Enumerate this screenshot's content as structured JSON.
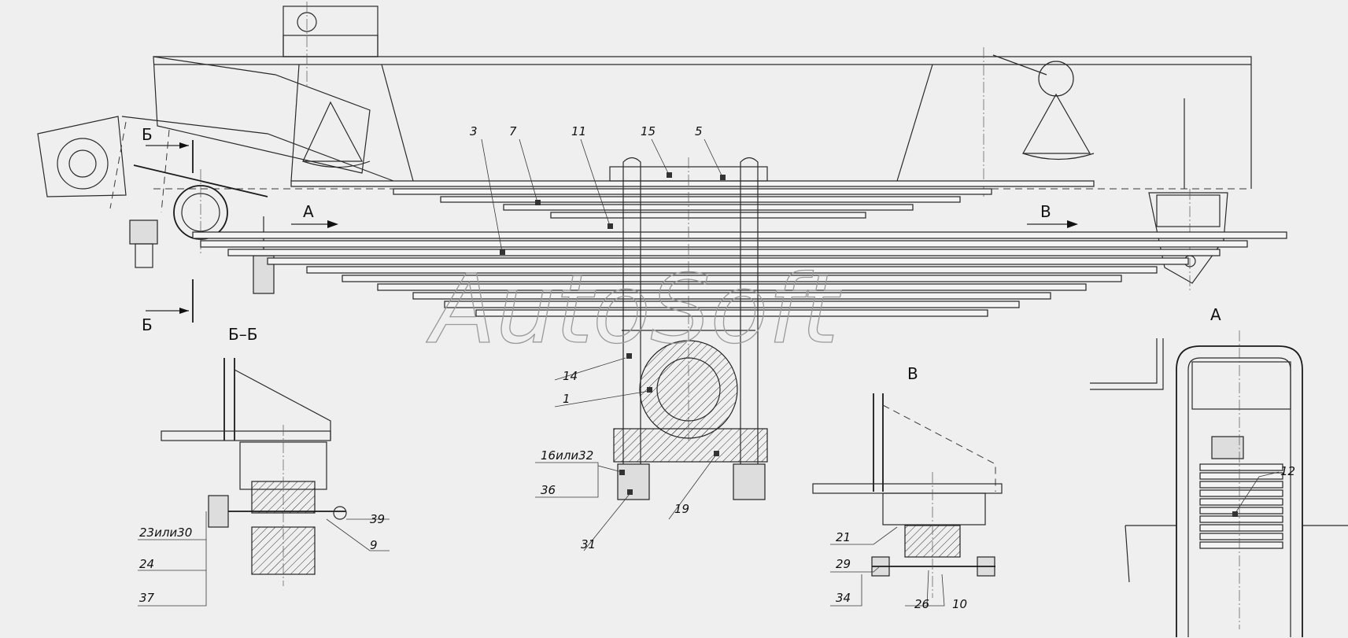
{
  "watermark": "AutoSoft",
  "section_marks": {
    "b_top": "Б",
    "b_bottom": "Б",
    "a_arrow": "А",
    "v_arrow": "В",
    "b_section_title": "Б–Б",
    "v_view_title": "В",
    "a_view_title": "А"
  },
  "callouts": {
    "c3": "3",
    "c7": "7",
    "c11": "11",
    "c15": "15",
    "c5": "5",
    "c14": "14",
    "c1": "1",
    "c16": "16или32",
    "c36": "36",
    "c31": "31",
    "c19": "19",
    "c23": "23или30",
    "c24": "24",
    "c37": "37",
    "c39": "39",
    "c9": "9",
    "c21": "21",
    "c29": "29",
    "c34": "34",
    "c26": "26",
    "c10": "10",
    "c12": "12"
  }
}
